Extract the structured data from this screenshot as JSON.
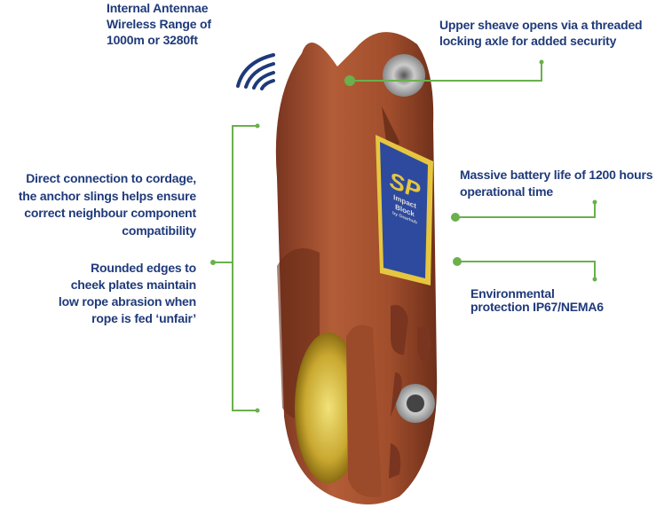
{
  "callouts": {
    "antenna": "Internal Antennae\nWireless Range of\n1000m or 3280ft",
    "upper_sheave": "Upper sheave opens via a threaded\nlocking axle for added security",
    "direct_connection": "Direct connection to cordage,\nthe anchor slings helps ensure\ncorrect neighbour component\ncompatibility",
    "rounded_edges": "Rounded edges to\ncheek plates maintain\nlow rope abrasion when\nrope is fed ‘unfair’",
    "battery": "Massive battery life of 1200 hours\noperational time",
    "environmental": "Environmental\nprotection IP67/NEMA6"
  },
  "product_label": {
    "logo": "SP",
    "name": "Impact Block",
    "sub": "by Gearhub"
  },
  "colors": {
    "text": "#1f3a7a",
    "leader": "#6ab04c",
    "body": "#a5512f",
    "plate": "#2e4a9e",
    "plate_trim": "#e6c640"
  }
}
